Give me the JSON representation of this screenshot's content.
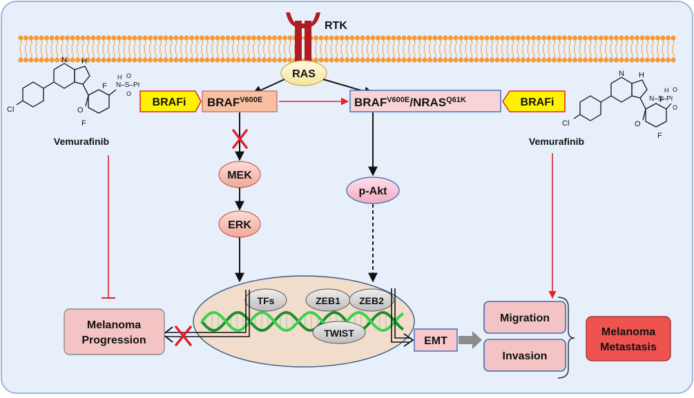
{
  "receptor": {
    "label": "RTK"
  },
  "ras": {
    "label": "RAS"
  },
  "braf_left": {
    "label": "BRAF",
    "superscript": "V600E"
  },
  "braf_right": {
    "label1": "BRAF",
    "sup1": "V600E",
    "label2": "/NRAS",
    "sup2": "Q61K"
  },
  "brafi_left": {
    "label": "BRAFi"
  },
  "brafi_right": {
    "label": "BRAFi"
  },
  "drug_left": {
    "name": "Vemurafinib",
    "atoms": {
      "nh": "H",
      "n": "N",
      "cl": "Cl",
      "f1": "F",
      "f2": "F",
      "o": "O",
      "sulfonamide": "N–S–Pr",
      "s_h": "H",
      "s_o1": "O",
      "s_o2": "O"
    }
  },
  "drug_right": {
    "name": "Vemurafinib",
    "atoms": {
      "nh": "H",
      "n": "N",
      "cl": "Cl",
      "f1": "F",
      "f2": "F",
      "o": "O",
      "sulfonamide": "N–S–Pr",
      "s_h": "H",
      "s_o1": "O",
      "s_o2": "O"
    }
  },
  "mek": {
    "label": "MEK"
  },
  "erk": {
    "label": "ERK"
  },
  "pakt": {
    "label": "p-Akt"
  },
  "nucleus": {
    "tfs": "TFs",
    "zeb1": "ZEB1",
    "zeb2": "ZEB2",
    "twist": "TWIST"
  },
  "progression": {
    "line1": "Melanoma",
    "line2": "Progression"
  },
  "emt": {
    "label": "EMT"
  },
  "migration": {
    "label": "Migration"
  },
  "invasion": {
    "label": "Invasion"
  },
  "metastasis": {
    "line1": "Melanoma",
    "line2": "Metastasis"
  },
  "colors": {
    "frame_bg": "#e7f0fa",
    "membrane": "#f39a3c",
    "receptor": "#b01c22",
    "ras_fill": "#fbf2b8",
    "pink_node": "#f7c7c2",
    "pink_node_stroke": "#c9605a",
    "braf_fill": "#f7c0a0",
    "braf_right_fill": "#f9d4d6",
    "brafi_fill": "#fff200",
    "brafi_stroke": "#e0202a",
    "nucleus_fill": "#f2dccc",
    "dna_dark": "#1a8f2a",
    "dna_light": "#39d24d",
    "tf_fill": "#d5d5d5",
    "emt_fill": "#f9c9ce",
    "metastasis_fill": "#ef5350",
    "red_arrow": "#e0202a",
    "blue_box_stroke": "#3b68b3"
  }
}
